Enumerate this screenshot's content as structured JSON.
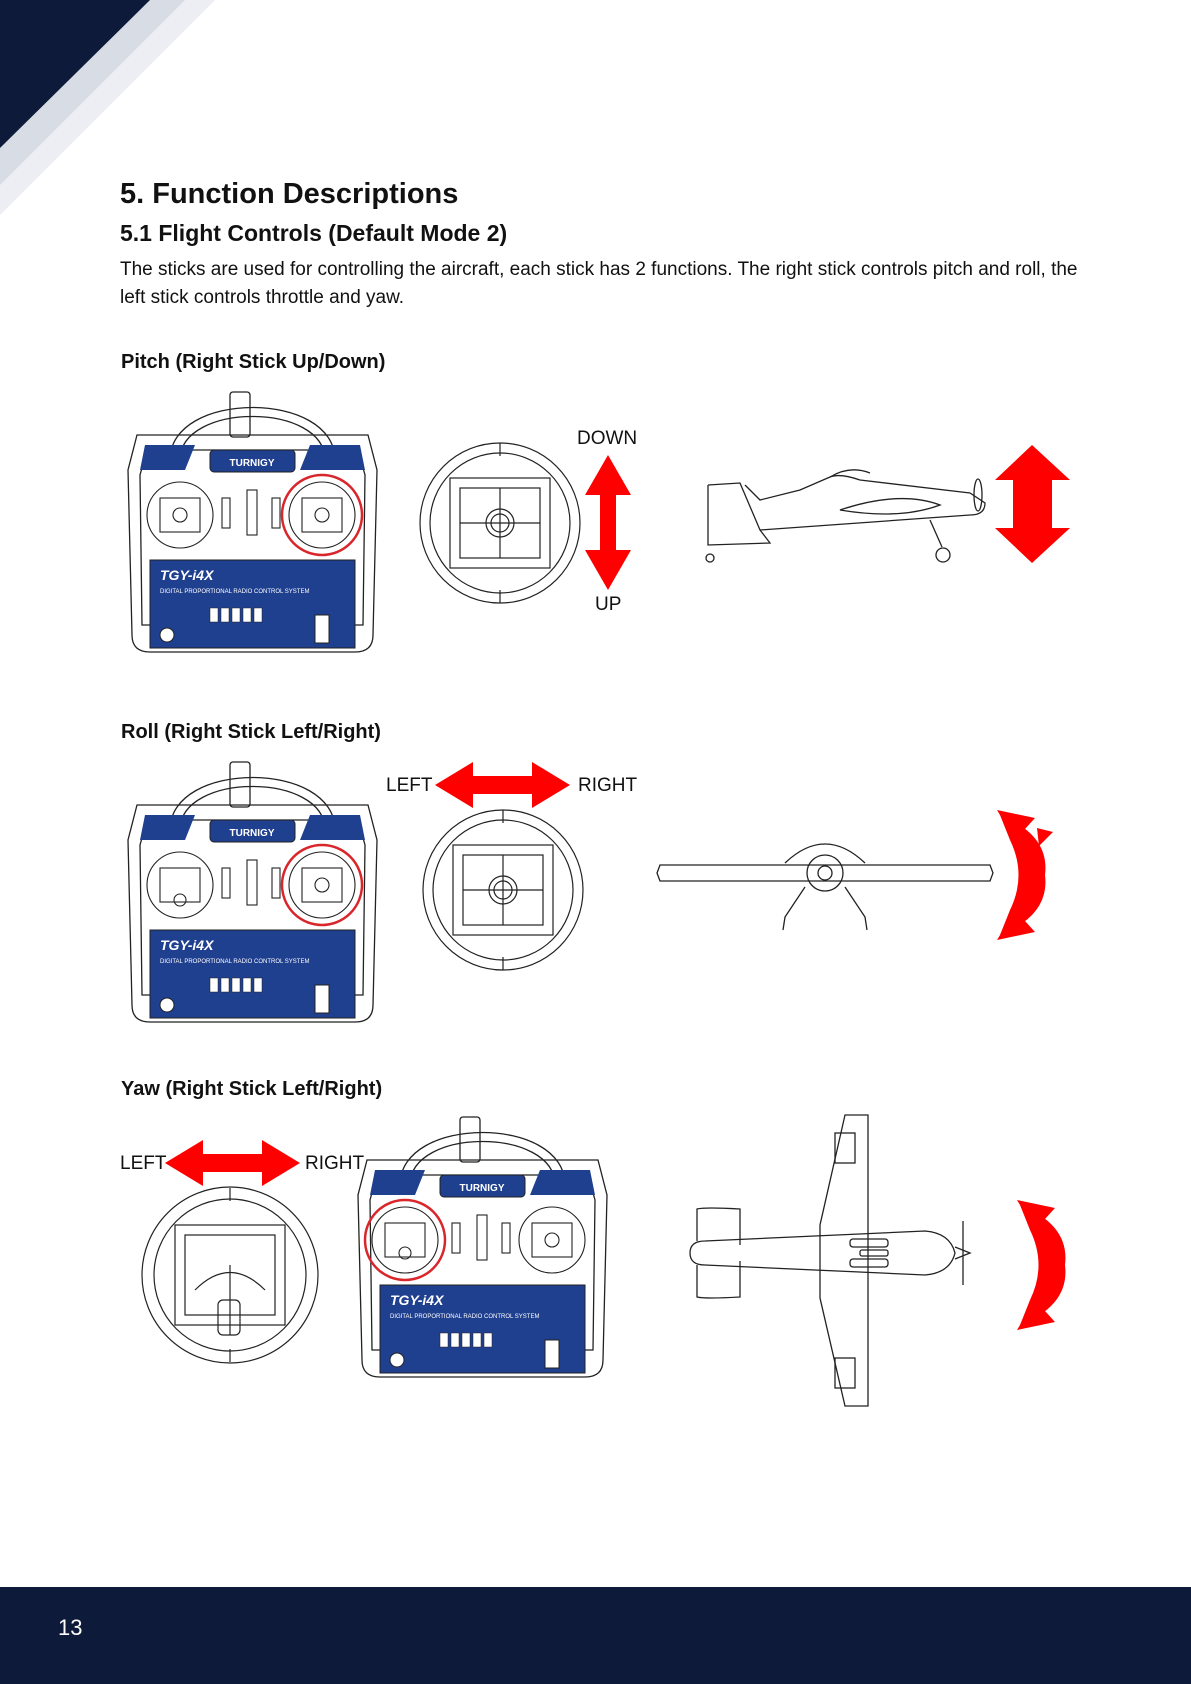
{
  "heading": "5. Function Descriptions",
  "subheading": "5.1 Flight Controls (Default Mode 2)",
  "intro": "The sticks are used for controlling the aircraft, each stick has 2 functions. The right stick controls pitch and roll, the left stick controls throttle and yaw.",
  "sections": [
    {
      "title": "Pitch (Right Stick Up/Down)",
      "label_a": "DOWN",
      "label_b": "UP"
    },
    {
      "title": "Roll (Right Stick Left/Right)",
      "label_a": "LEFT",
      "label_b": "RIGHT"
    },
    {
      "title": "Yaw (Right Stick Left/Right)",
      "label_a": "LEFT",
      "label_b": "RIGHT"
    }
  ],
  "transmitter": {
    "brand": "TURNIGY",
    "model": "TGY-i4X",
    "tagline": "DIGITAL PROPORTIONAL RADIO CONTROL SYSTEM"
  },
  "page_number": "13",
  "colors": {
    "arrow": "#ff0000",
    "navy": "#0e1a3a",
    "panel_blue": "#1f3f8f",
    "highlight_ring": "#d9262b"
  }
}
